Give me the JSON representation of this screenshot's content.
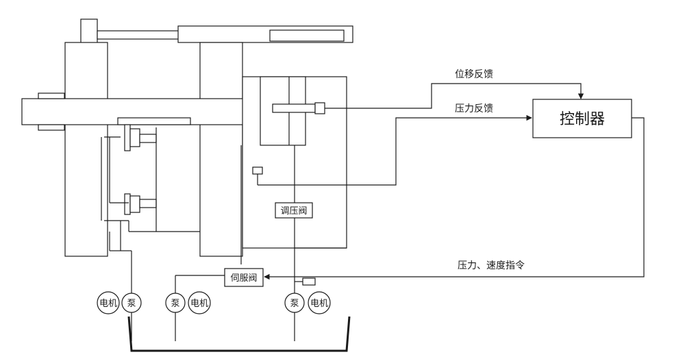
{
  "labels": {
    "controller": "控制器",
    "displacement_feedback": "位移反馈",
    "pressure_feedback": "压力反馈",
    "command": "压力、速度指令",
    "pressure_valve": "调压阀",
    "servo_valve": "伺服阀",
    "motor": "电机",
    "pump": "泵"
  }
}
